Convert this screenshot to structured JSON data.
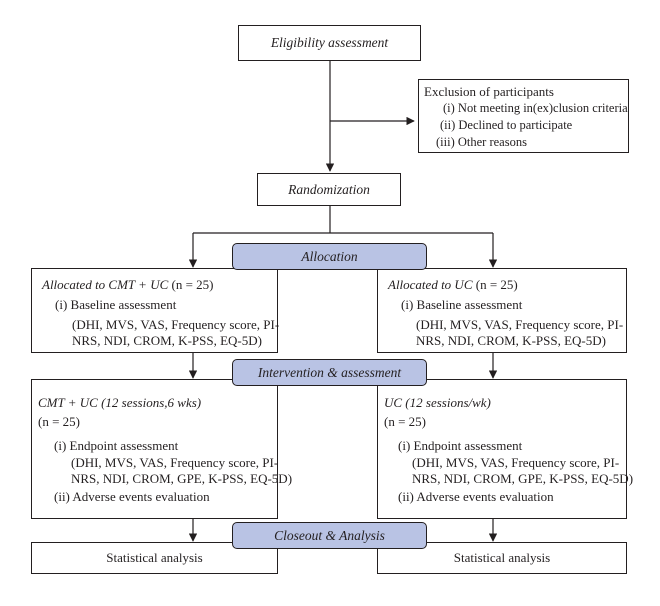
{
  "eligibility": {
    "label": "Eligibility assessment"
  },
  "exclusion": {
    "title": "Exclusion of participants",
    "items": [
      "(i) Not meeting in(ex)clusion criteria",
      "(ii) Declined to participate",
      "(iii) Other reasons"
    ]
  },
  "randomization": {
    "label": "Randomization"
  },
  "stages": {
    "allocation": "Allocation",
    "intervention": "Intervention & assessment",
    "closeout": "Closeout & Analysis"
  },
  "left_alloc": {
    "title_group": "Allocated to CMT + UC",
    "title_n": "(n = 25)",
    "item1": "(i) Baseline assessment",
    "measures": [
      "(DHI, MVS, VAS, Frequency score, PI-",
      "NRS, NDI, CROM, K-PSS, EQ-5D)"
    ]
  },
  "right_alloc": {
    "title_group": "Allocated to UC",
    "title_n": "(n = 25)",
    "item1": "(i) Baseline assessment",
    "measures": [
      "(DHI, MVS, VAS, Frequency score, PI-",
      "NRS, NDI, CROM, K-PSS, EQ-5D)"
    ]
  },
  "left_interv": {
    "title": "CMT + UC (12 sessions,6 wks)",
    "n": "(n = 25)",
    "item1": "(i) Endpoint assessment",
    "measures": [
      "(DHI, MVS, VAS, Frequency score, PI-",
      "NRS, NDI, CROM, GPE, K-PSS, EQ-5D)"
    ],
    "item2": "(ii) Adverse events evaluation"
  },
  "right_interv": {
    "title": "UC (12 sessions/wk)",
    "n": "(n = 25)",
    "item1": "(i) Endpoint assessment",
    "measures": [
      "(DHI, MVS, VAS, Frequency score, PI-",
      "NRS, NDI, CROM, GPE, K-PSS, EQ-5D)"
    ],
    "item2": "(ii) Adverse events evaluation"
  },
  "analysis": {
    "left": "Statistical analysis",
    "right": "Statistical analysis"
  },
  "colors": {
    "stage_fill": "#b9c3e4",
    "line": "#231f20"
  }
}
